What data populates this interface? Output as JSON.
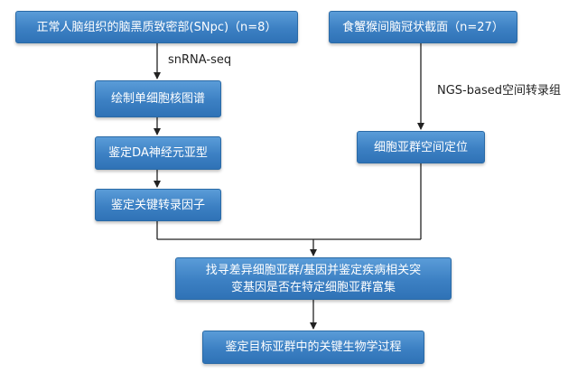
{
  "nodes": {
    "human_tissue": "正常人脑组织的脑黑质致密部(SNpc)（n=8）",
    "macaque": "食蟹猴间脑冠状截面（n=27）",
    "atlas": "绘制单细胞核图谱",
    "da_subtypes": "鉴定DA神经元亚型",
    "tf": "鉴定关键转录因子",
    "spatial": "细胞亚群空间定位",
    "genes_line1": "找寻差异细胞亚群/基因并鉴定疾病相关突",
    "genes_line2": "变基因是否在特定细胞亚群富集",
    "process": "鉴定目标亚群中的关键生物学过程"
  },
  "edge_labels": {
    "snrna": "snRNA-seq",
    "ngs": "NGS-based空间转录组"
  },
  "colors": {
    "box_fill": "#3c80c3",
    "box_border": "#2a6aa6",
    "arrow": "#222222"
  }
}
